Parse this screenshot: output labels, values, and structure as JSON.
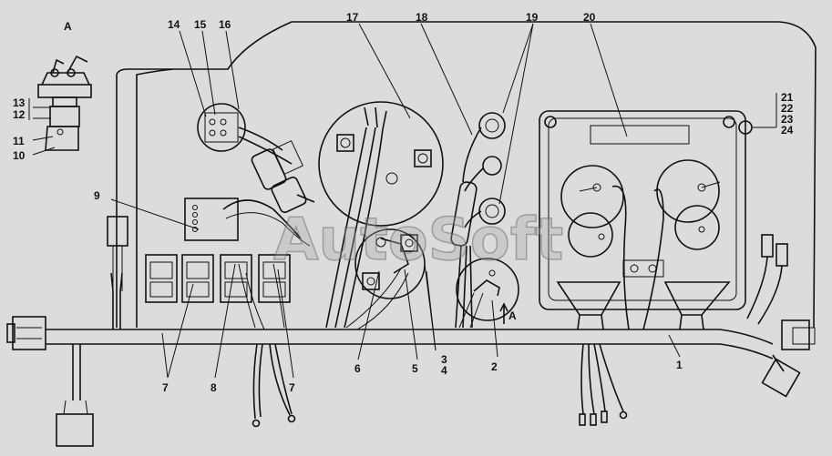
{
  "diagram": {
    "view_label": "A",
    "watermark": "AutoSoft",
    "direction_label": "A",
    "colors": {
      "background": "#dcdcdc",
      "line": "#111111"
    },
    "callouts": [
      "1",
      "2",
      "3",
      "4",
      "5",
      "6",
      "7",
      "7",
      "8",
      "9",
      "10",
      "11",
      "12",
      "13",
      "14",
      "15",
      "16",
      "17",
      "18",
      "19",
      "20",
      "21",
      "22",
      "23",
      "24"
    ]
  }
}
